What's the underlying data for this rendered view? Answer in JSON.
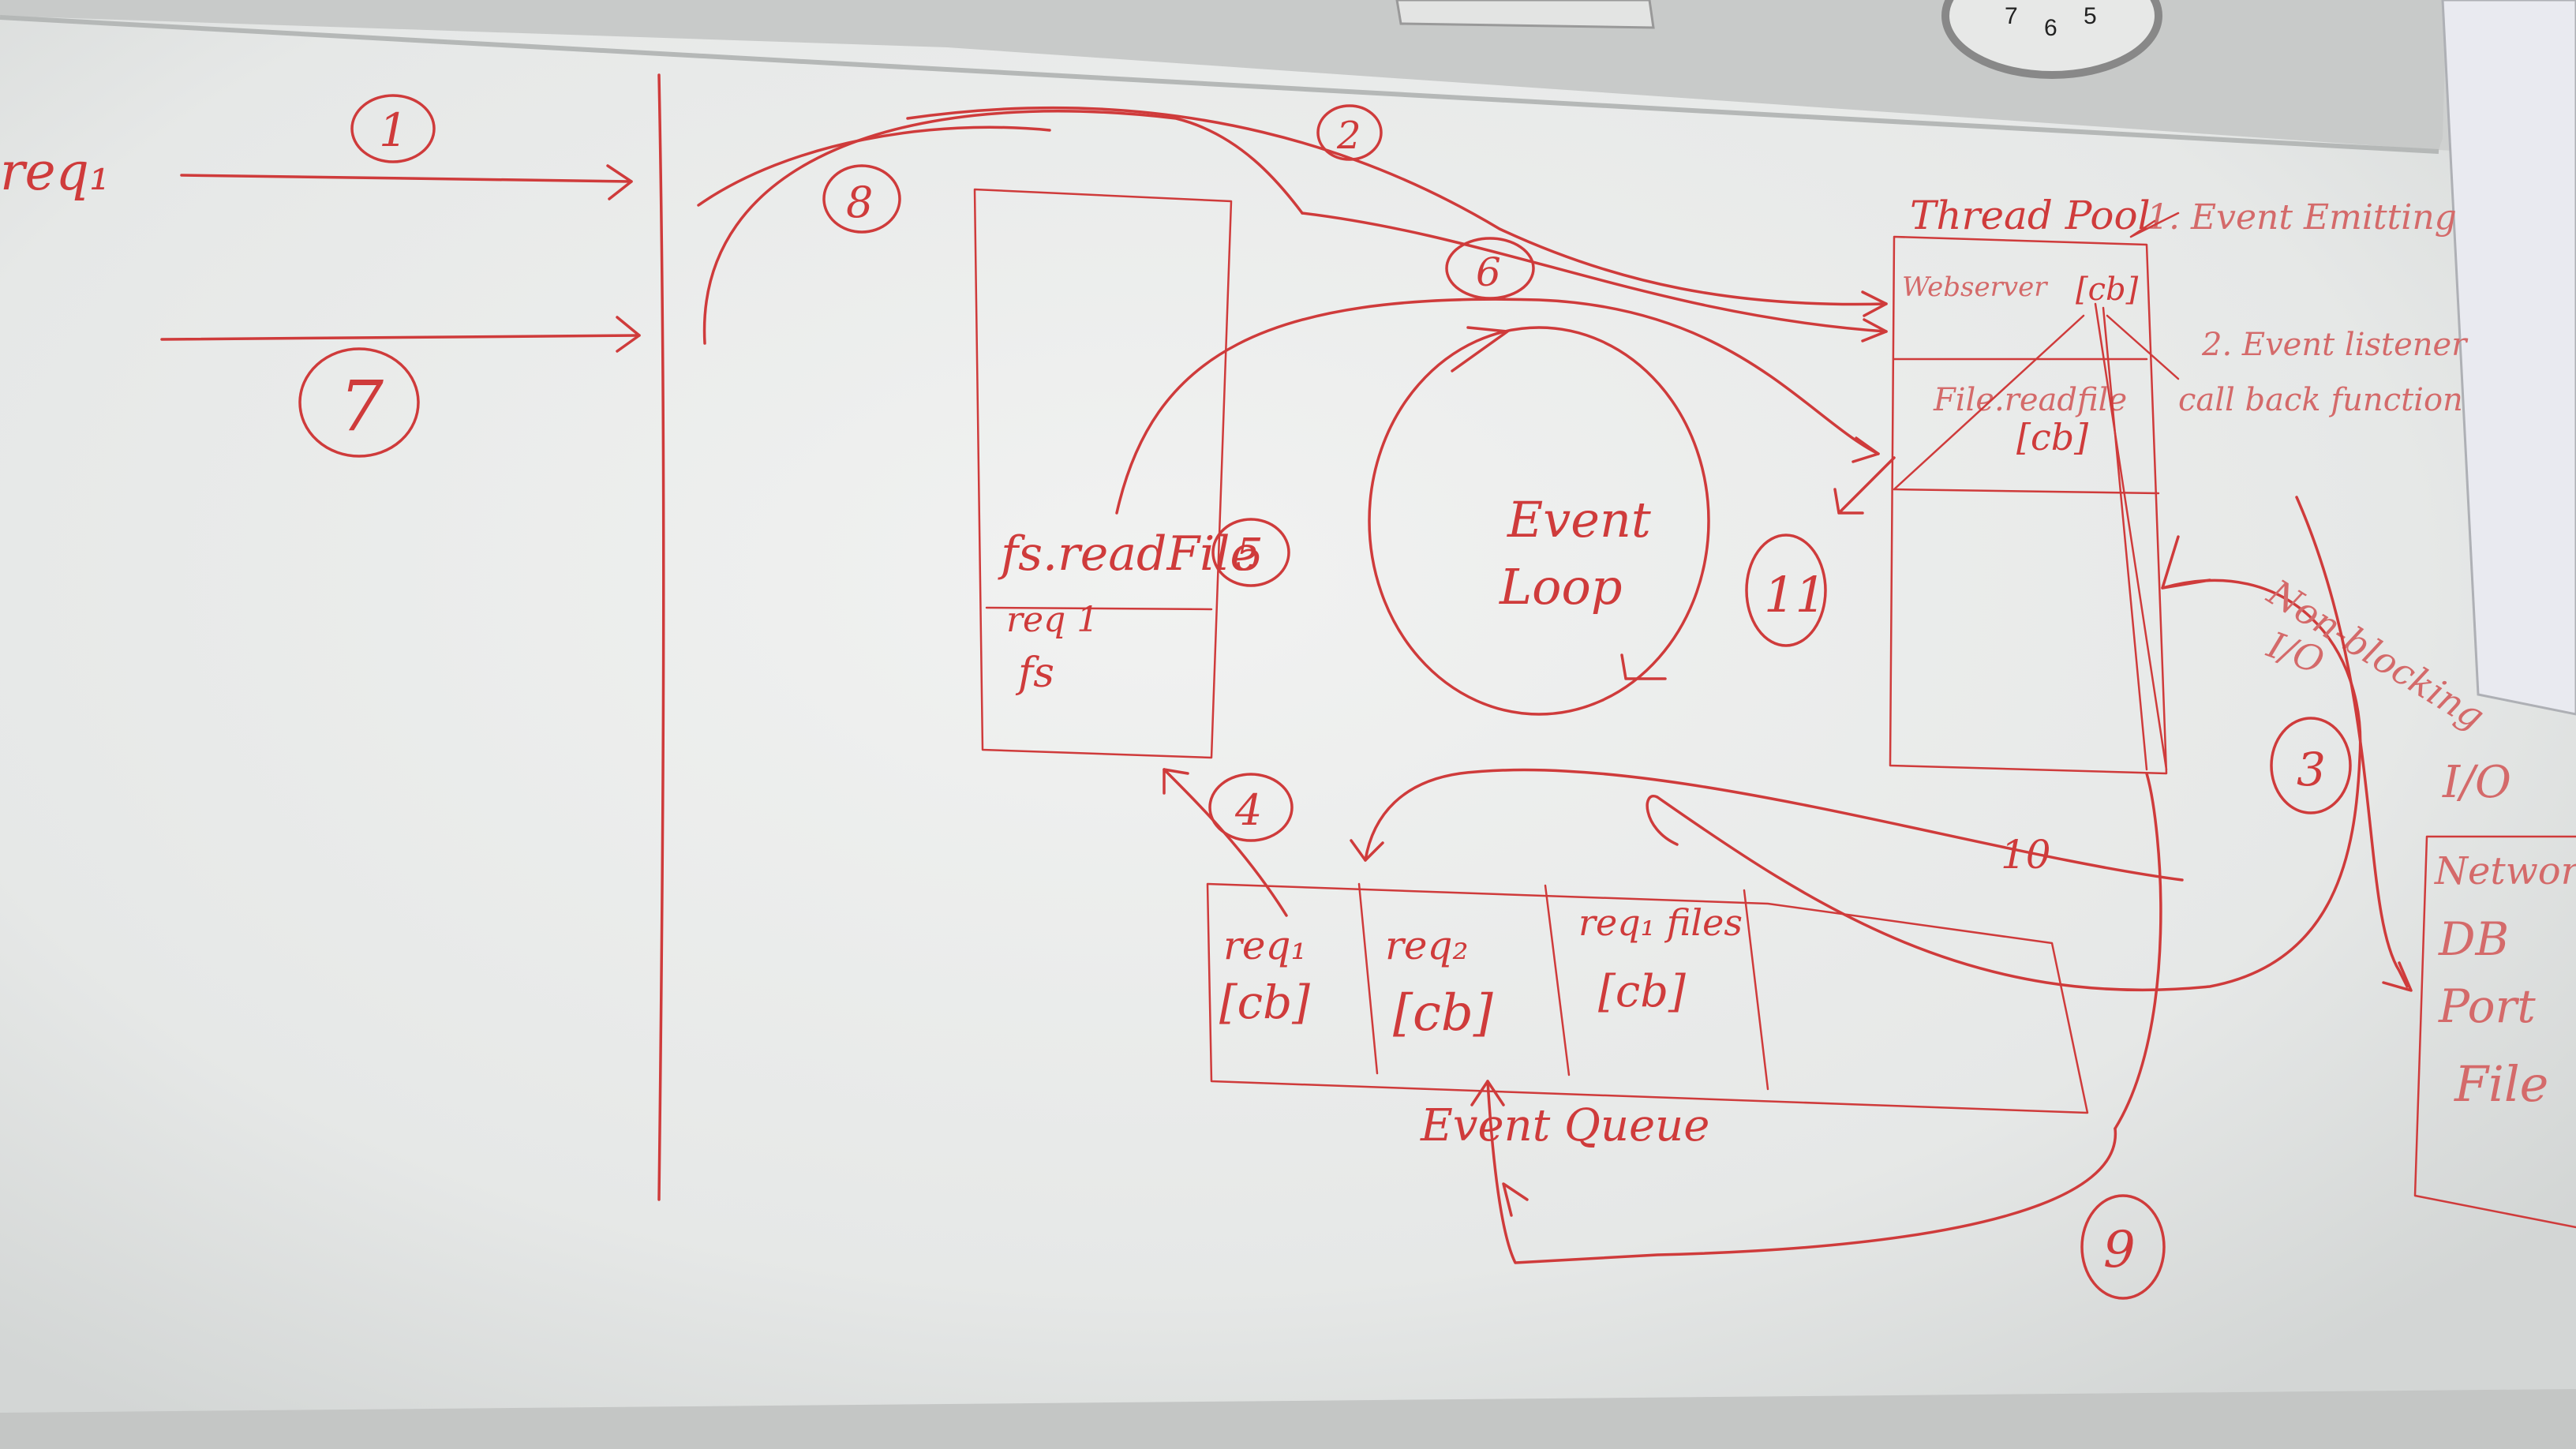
{
  "colors": {
    "ink": "#cf3b3b",
    "board": "#ecedec",
    "frame": "#c9cbca"
  },
  "left": {
    "req_label": "req₁",
    "step_1": "1",
    "step_7": "7",
    "step_8": "8",
    "step_2": "2",
    "step_6": "6"
  },
  "call_stack": {
    "entries": [
      "fs.readFile",
      "req 1",
      "fs"
    ],
    "step_5": "5",
    "step_4": "4"
  },
  "event_loop": {
    "label_line1": "Event",
    "label_line2": "Loop",
    "step_11": "11"
  },
  "thread_pool": {
    "title": "Thread Pool",
    "event_emitting": "1. Event Emitting",
    "webserver": "Webserver",
    "cb": "[cb]",
    "file_readfile": "File.readfile",
    "event_listener": "2. Event listener",
    "callback_function": "call back function"
  },
  "non_blocking": {
    "label": "Non-blocking",
    "io": "I/O",
    "step_3": "3"
  },
  "io_box": {
    "title": "I/O",
    "items": [
      "Network",
      "DB",
      "Port",
      "File"
    ]
  },
  "event_queue": {
    "cells": [
      {
        "name": "req₁",
        "cb": "[cb]"
      },
      {
        "name": "req₂",
        "cb": "[cb]"
      },
      {
        "name": "req₁ files",
        "cb": "[cb]"
      }
    ],
    "label": "Event Queue",
    "step_9": "9",
    "step_10": "10"
  },
  "clock": {
    "numbers": [
      "7",
      "6",
      "5"
    ]
  }
}
